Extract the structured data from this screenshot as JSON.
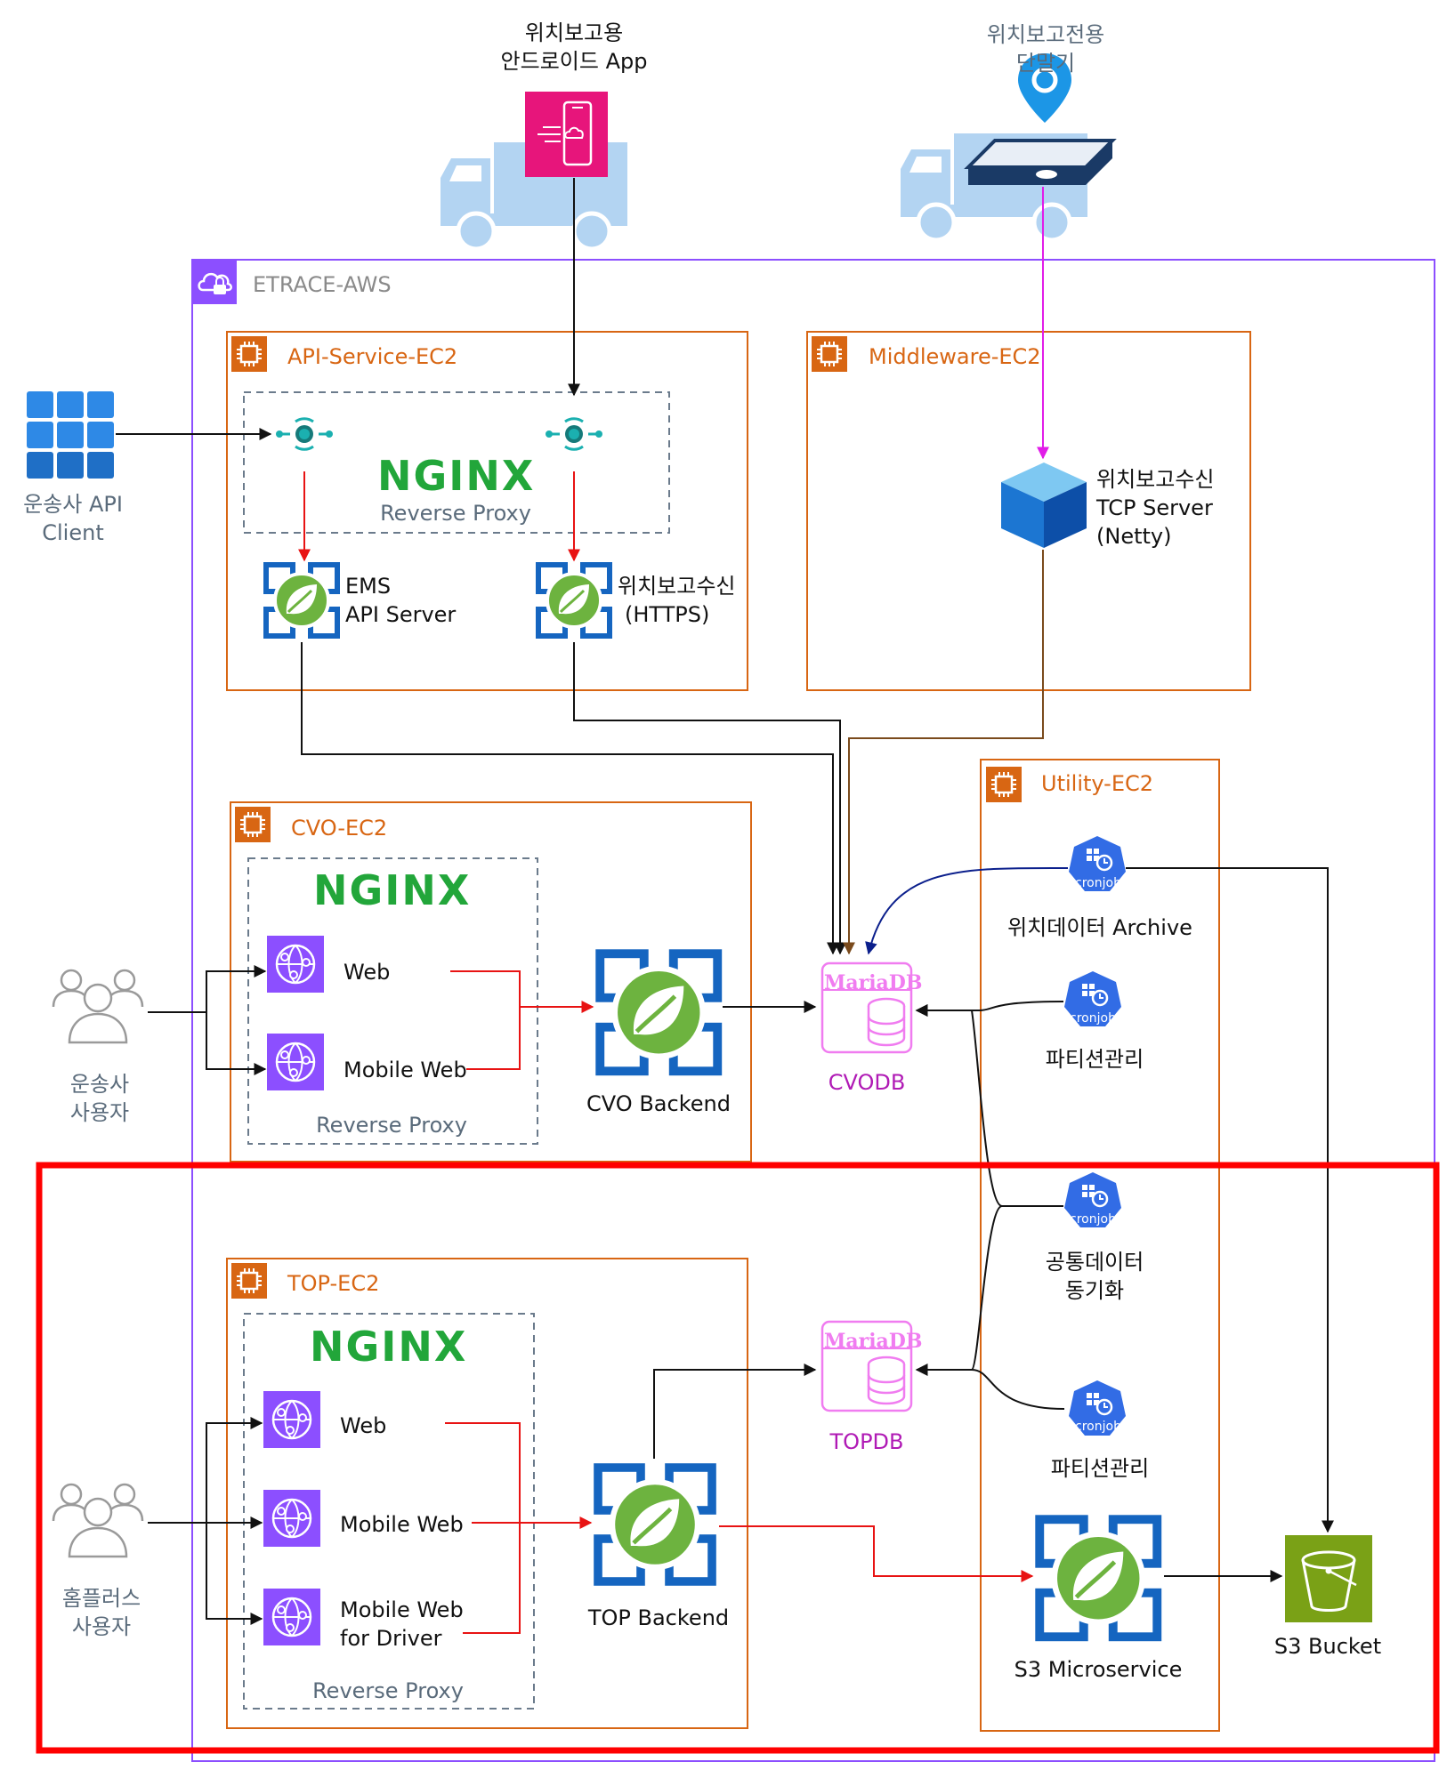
{
  "colors": {
    "aws_group": "#8c4fff",
    "ec2": "#d86613",
    "highlight": "#ff0000",
    "nginx": "#22a63a",
    "spring_frame": "#1565c0",
    "spring_leaf": "#6db33f",
    "web_icon": "#8c4fff",
    "mariadb": "#f07cf0",
    "cronjob": "#326ce5",
    "s3": "#7aa116",
    "app_pink": "#e7157b",
    "truck": "#b3d4f2",
    "edge_black": "#111111",
    "edge_red": "#e81313",
    "edge_magenta": "#e11de8",
    "edge_brown": "#7a4a1c",
    "edge_navy": "#0b1f8c"
  },
  "top": {
    "app_label": [
      "위치보고용",
      "안드로이드 App"
    ],
    "terminal_label": [
      "위치보고전용",
      "단말기"
    ]
  },
  "aws": {
    "title": "ETRACE-AWS"
  },
  "api_ec2": {
    "title": "API-Service-EC2",
    "nginx": "NGINX",
    "proxy": "Reverse Proxy",
    "ems": [
      "EMS",
      "API Server"
    ],
    "loc": [
      "위치보고수신",
      "(HTTPS)"
    ]
  },
  "mid_ec2": {
    "title": "Middleware-EC2",
    "tcp": [
      "위치보고수신",
      "TCP Server",
      "(Netty)"
    ]
  },
  "client": {
    "label": [
      "운송사 API",
      "Client"
    ]
  },
  "cvo_ec2": {
    "title": "CVO-EC2",
    "nginx": "NGINX",
    "web": "Web",
    "mobile_web": "Mobile Web",
    "proxy": "Reverse Proxy",
    "backend": "CVO Backend"
  },
  "cvo_users": {
    "label": [
      "운송사",
      "사용자"
    ]
  },
  "cvodb": {
    "logo": "MariaDB",
    "label": "CVODB"
  },
  "util_ec2": {
    "title": "Utility-EC2",
    "cron_text": "cronjob",
    "archive": "위치데이터 Archive",
    "partition1": "파티션관리",
    "sync": [
      "공통데이터",
      "동기화"
    ],
    "partition2": "파티션관리",
    "s3ms": "S3 Microservice"
  },
  "top_ec2": {
    "title": "TOP-EC2",
    "nginx": "NGINX",
    "web": "Web",
    "mobile_web": "Mobile Web",
    "mobile_driver": [
      "Mobile Web",
      "for Driver"
    ],
    "proxy": "Reverse Proxy",
    "backend": "TOP Backend"
  },
  "topdb": {
    "logo": "MariaDB",
    "label": "TOPDB"
  },
  "top_users": {
    "label": [
      "홈플러스",
      "사용자"
    ]
  },
  "s3bucket": {
    "label": "S3 Bucket"
  },
  "icons": {
    "ec2": "ec2-chip-icon",
    "aws_group": "aws-cloud-lock-icon",
    "endpoint": "endpoint-connector-icon",
    "spring": "spring-boot-icon",
    "web": "web-app-icon",
    "mariadb": "mariadb-database-icon",
    "cronjob": "kubernetes-cronjob-icon",
    "s3": "s3-bucket-icon",
    "users": "users-group-icon",
    "grid": "api-client-grid-icon",
    "truck": "truck-icon",
    "mobile": "mobile-app-icon",
    "location": "location-pin-icon",
    "cube": "tcp-server-cube-icon"
  }
}
